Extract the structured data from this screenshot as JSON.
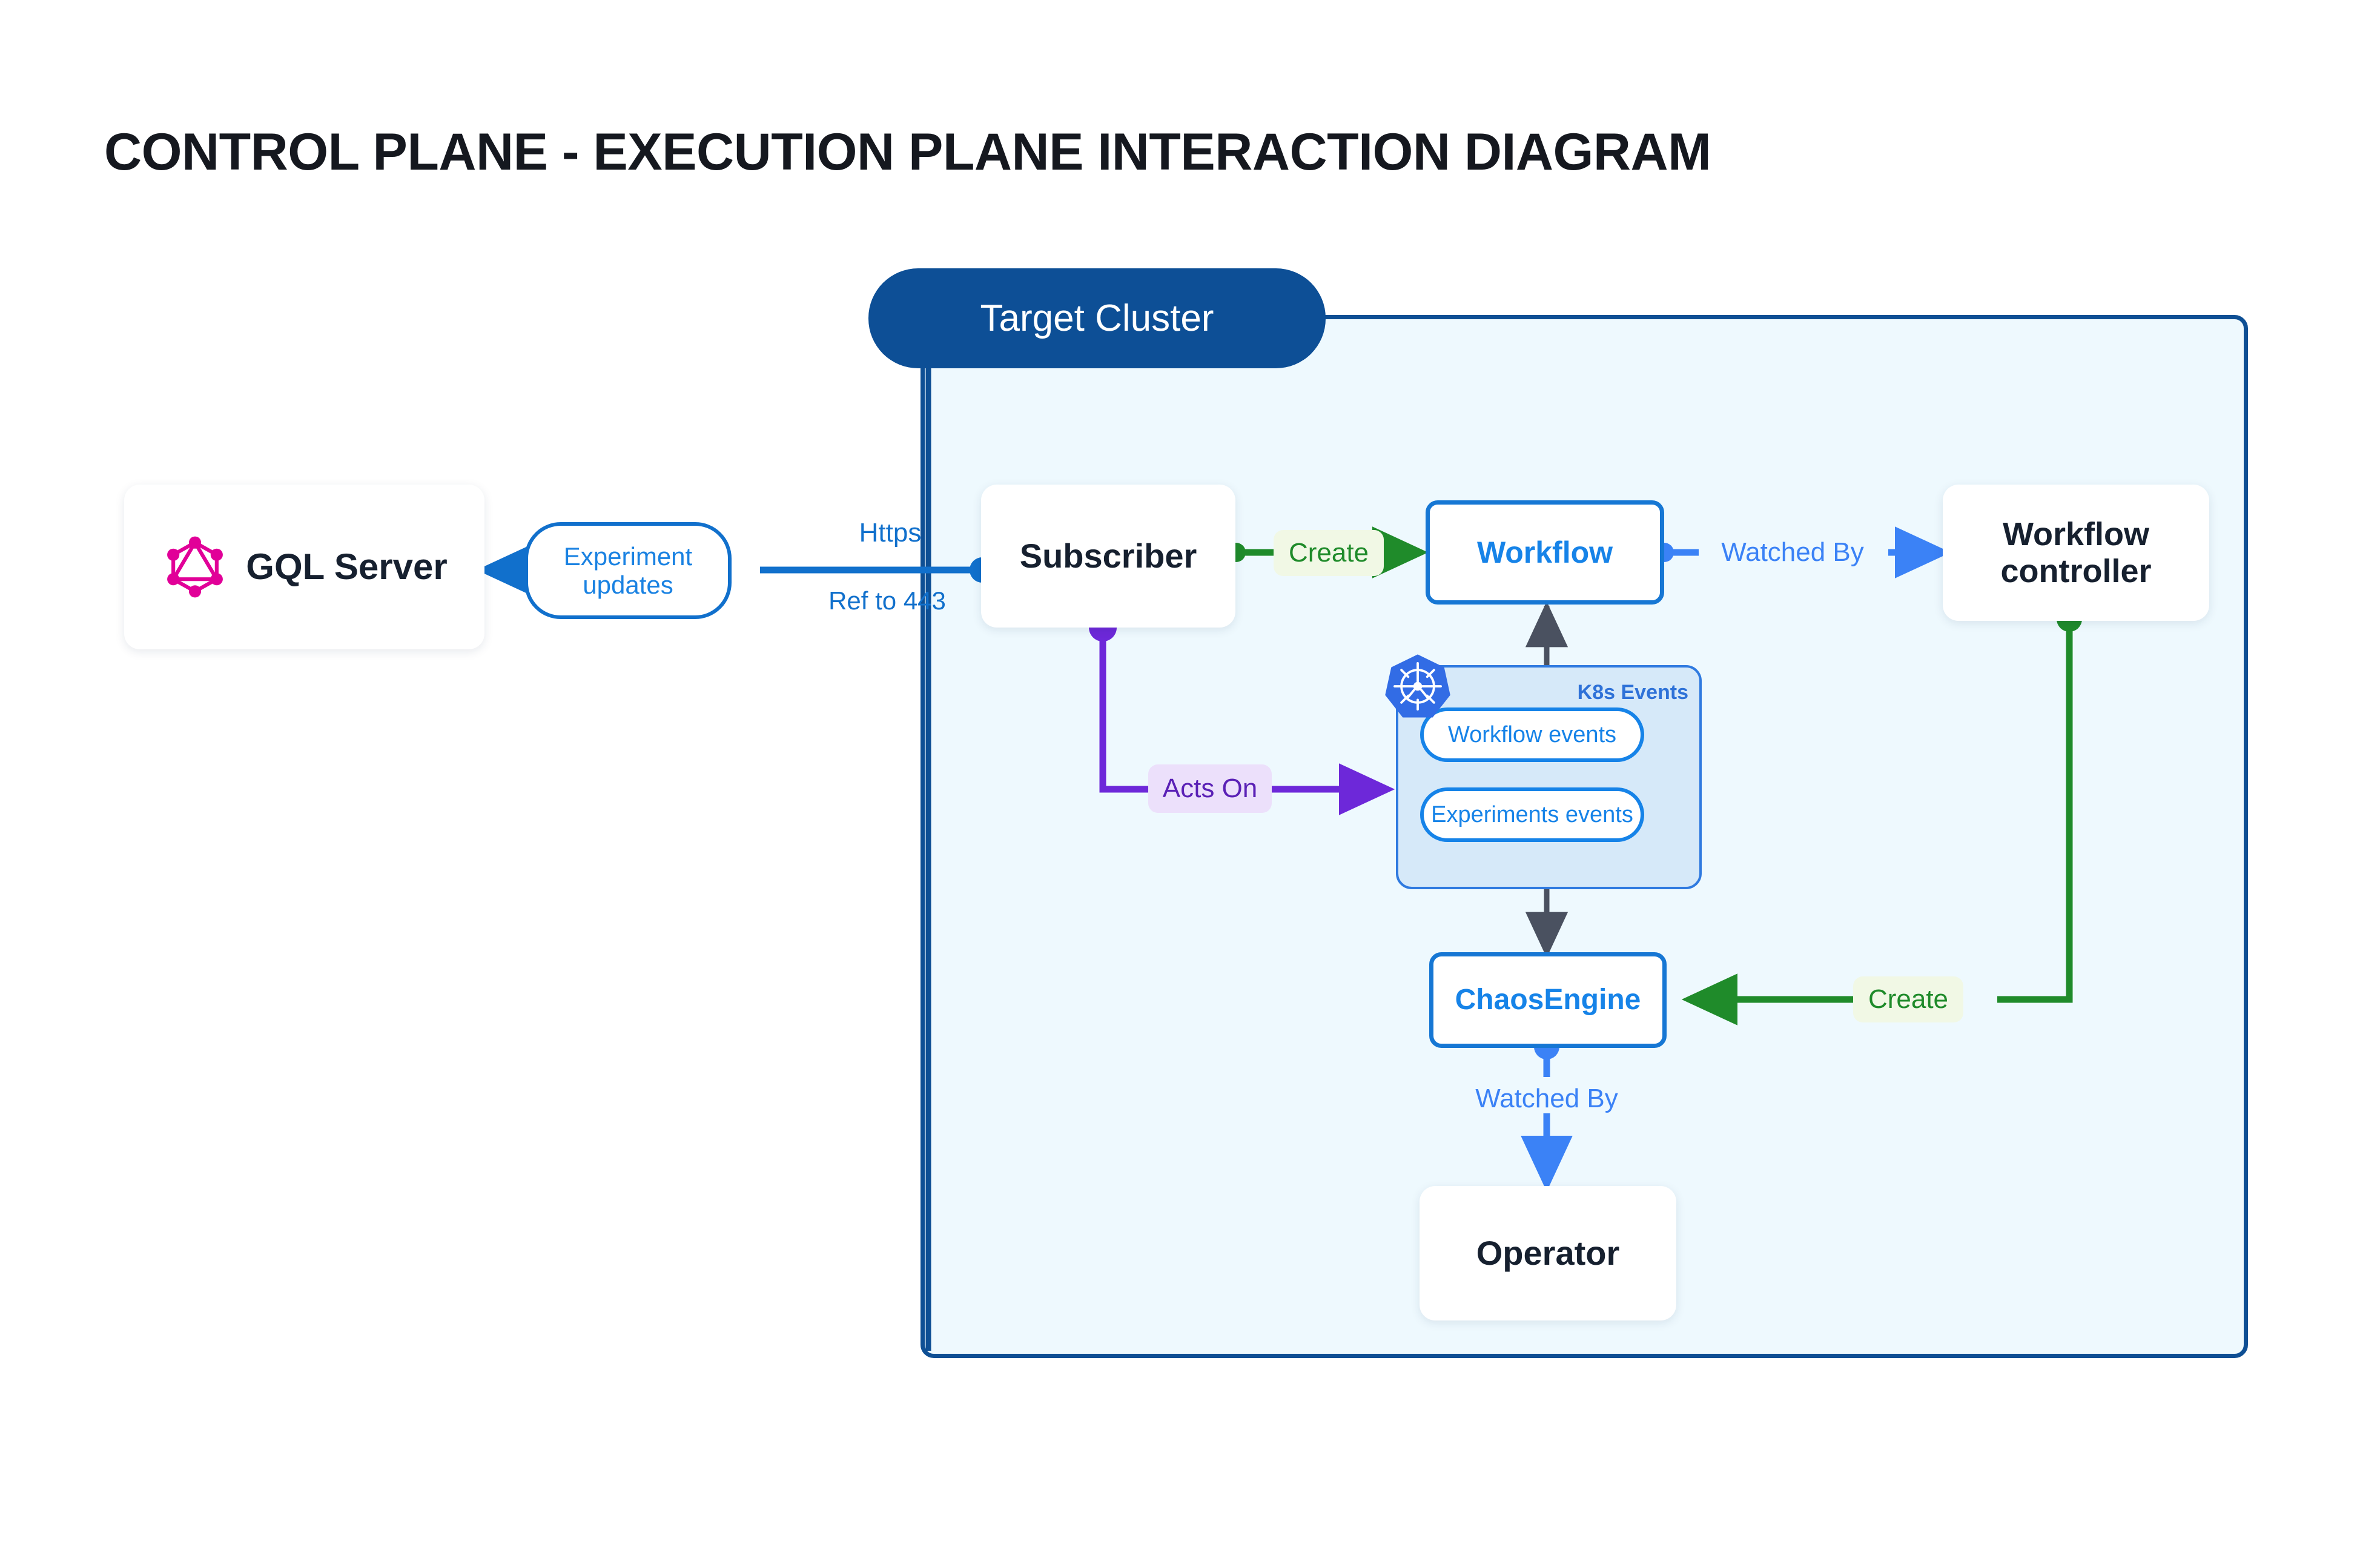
{
  "title": "CONTROL PLANE - EXECUTION PLANE INTERACTION DIAGRAM",
  "colors": {
    "cluster_fill": "#eef9fe",
    "cluster_border": "#0e4f94",
    "cluster_pill": "#0d4f96",
    "blue": "#1683e8",
    "light_blue": "#3b82f6",
    "green": "#1f8b2a",
    "purple": "#5b21b6",
    "navy_text": "#16202f",
    "graphql_pink": "#e10098",
    "k8s_blue": "#326ce5",
    "grey_edge": "#4a5160"
  },
  "cluster": {
    "label": "Target Cluster"
  },
  "nodes": {
    "gql_server": {
      "label": "GQL Server",
      "icon": "graphql-icon"
    },
    "subscriber": {
      "label": "Subscriber"
    },
    "workflow": {
      "label": "Workflow"
    },
    "workflow_controller": {
      "label_line1": "Workflow",
      "label_line2": "controller"
    },
    "chaos_engine": {
      "label": "ChaosEngine"
    },
    "operator": {
      "label": "Operator"
    },
    "k8s_events": {
      "title": "K8s Events",
      "icon": "kubernetes-icon",
      "items": [
        {
          "label": "Workflow events"
        },
        {
          "label": "Experiments events"
        }
      ]
    }
  },
  "edges": {
    "experiment_updates": {
      "label_line1": "Experiment",
      "label_line2": "updates"
    },
    "https": {
      "label": "Https"
    },
    "ref_to_443": {
      "label": "Ref to 443"
    },
    "create_workflow": {
      "label": "Create"
    },
    "watched_by_controller": {
      "label": "Watched By"
    },
    "acts_on": {
      "label": "Acts On"
    },
    "create_chaosengine": {
      "label": "Create"
    },
    "watched_by_operator": {
      "label": "Watched By"
    }
  }
}
